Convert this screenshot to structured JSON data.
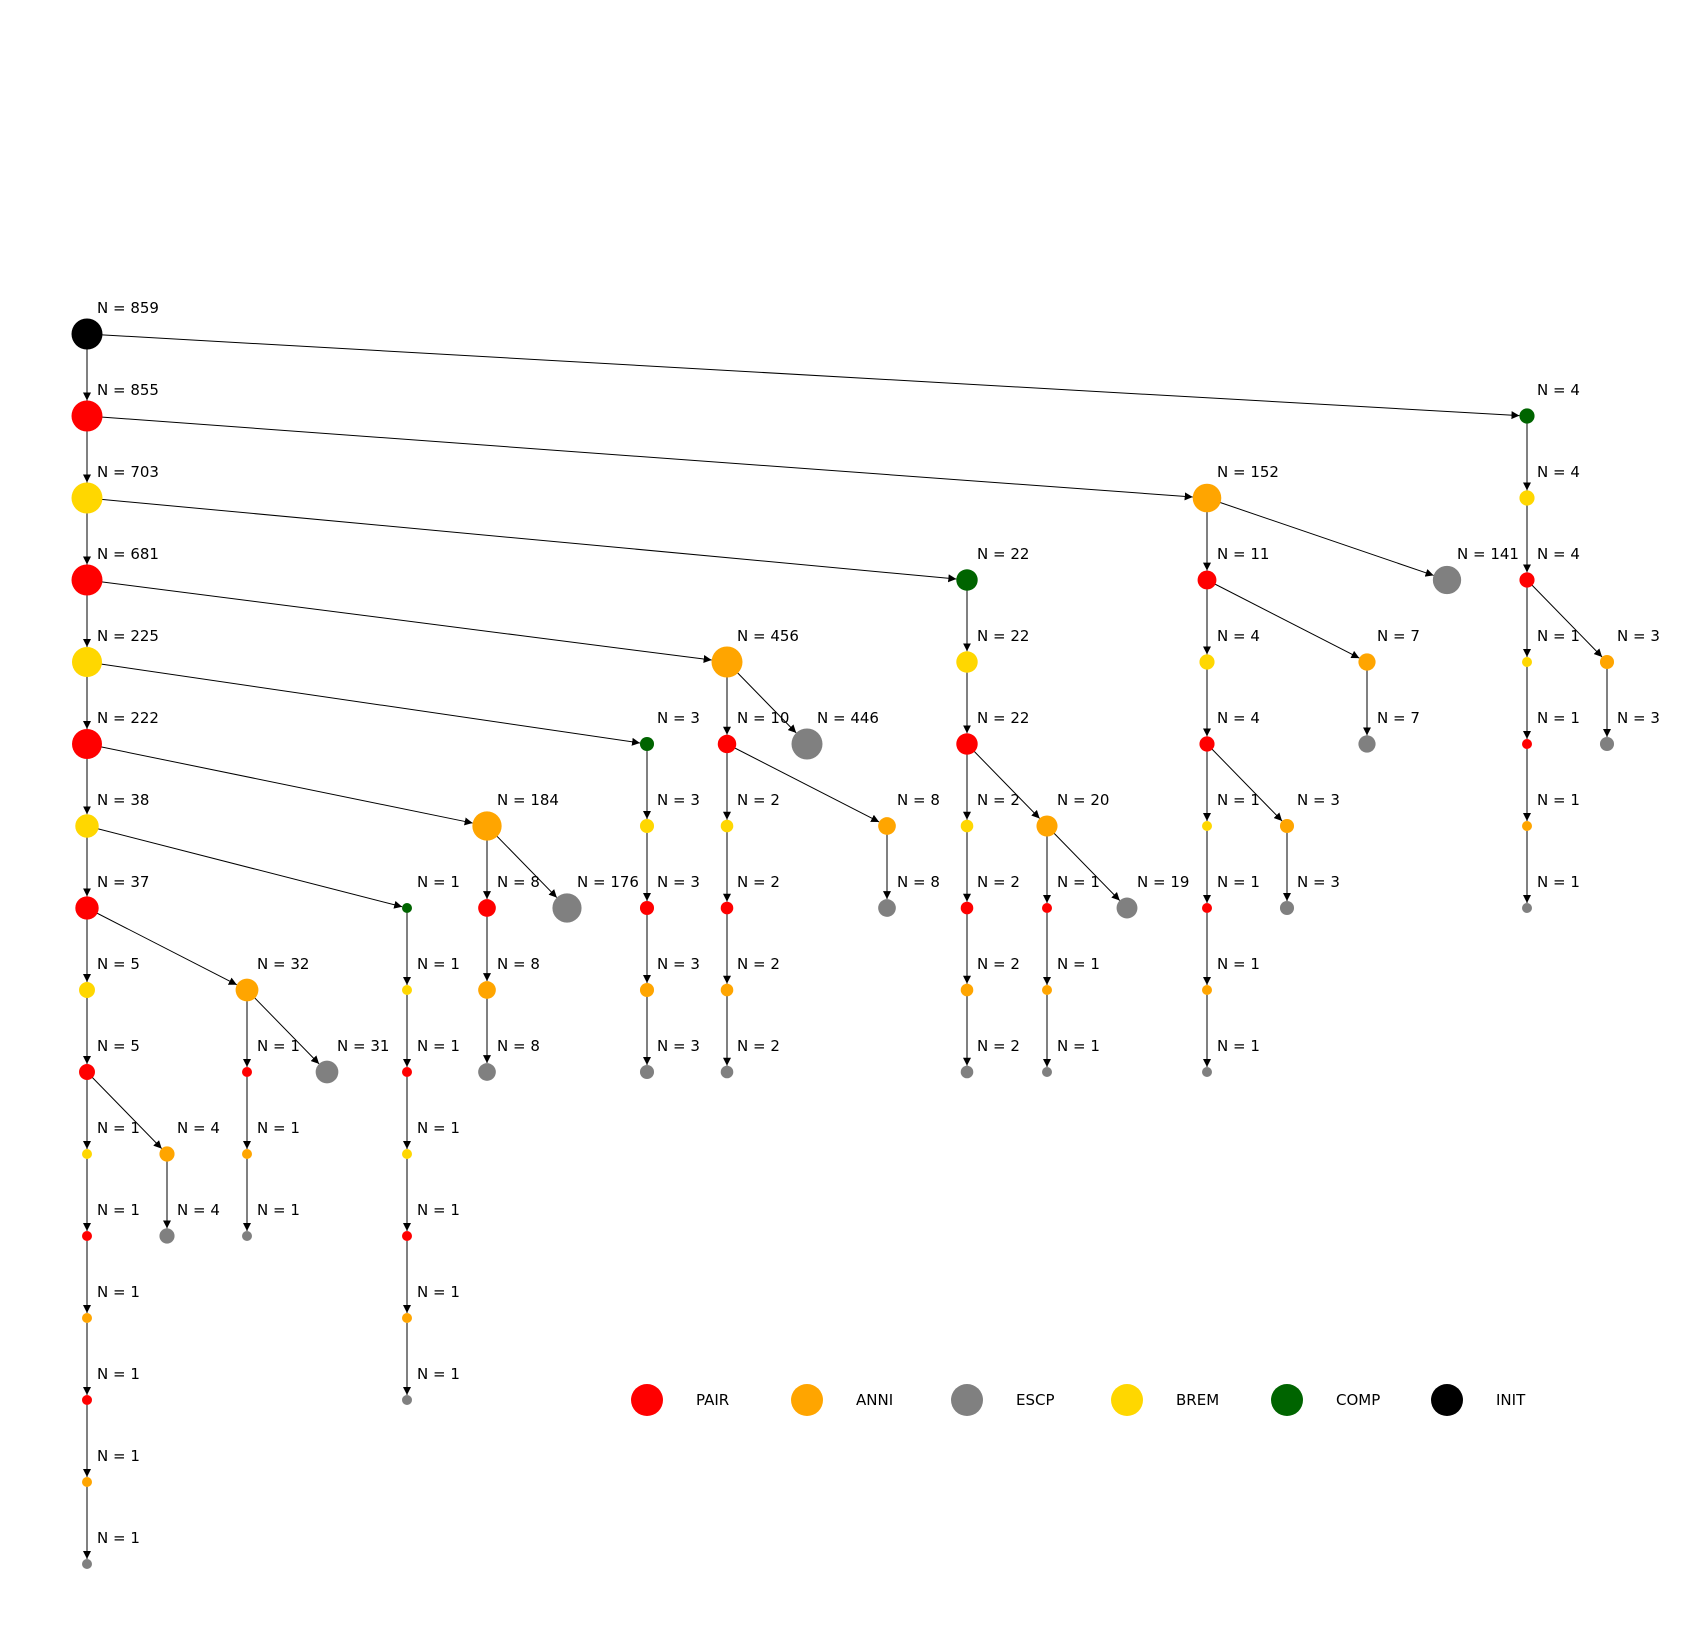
{
  "legend": [
    {
      "type": "PAIR",
      "color": "#ff0000"
    },
    {
      "type": "ANNI",
      "color": "#ffa500"
    },
    {
      "type": "ESCP",
      "color": "#808080"
    },
    {
      "type": "BREM",
      "color": "#ffd700"
    },
    {
      "type": "COMP",
      "color": "#006400"
    },
    {
      "type": "INIT",
      "color": "#000000"
    }
  ],
  "nodes": [
    {
      "id": "a0",
      "type": "INIT",
      "label": "N = 859"
    },
    {
      "id": "a1",
      "type": "PAIR",
      "label": "N = 855"
    },
    {
      "id": "a2",
      "type": "BREM",
      "label": "N = 703"
    },
    {
      "id": "a3",
      "type": "PAIR",
      "label": "N = 681"
    },
    {
      "id": "a4",
      "type": "BREM",
      "label": "N = 225"
    },
    {
      "id": "a5",
      "type": "PAIR",
      "label": "N = 222"
    },
    {
      "id": "a6",
      "type": "BREM",
      "label": "N = 38"
    },
    {
      "id": "a7",
      "type": "PAIR",
      "label": "N = 37"
    },
    {
      "id": "a8",
      "type": "BREM",
      "label": "N = 5"
    },
    {
      "id": "a9",
      "type": "PAIR",
      "label": "N = 5"
    },
    {
      "id": "a10",
      "type": "BREM",
      "label": "N = 1"
    },
    {
      "id": "a11",
      "type": "PAIR",
      "label": "N = 1"
    },
    {
      "id": "a12",
      "type": "ANNI",
      "label": "N = 1"
    },
    {
      "id": "a13",
      "type": "PAIR",
      "label": "N = 1"
    },
    {
      "id": "a14",
      "type": "ANNI",
      "label": "N = 1"
    },
    {
      "id": "a15",
      "type": "ESCP",
      "label": "N = 1"
    },
    {
      "id": "b1",
      "type": "ANNI",
      "label": "N = 4"
    },
    {
      "id": "b2",
      "type": "ESCP",
      "label": "N = 4"
    },
    {
      "id": "c0",
      "type": "ANNI",
      "label": "N = 32"
    },
    {
      "id": "c1",
      "type": "PAIR",
      "label": "N = 1"
    },
    {
      "id": "c2",
      "type": "ANNI",
      "label": "N = 1"
    },
    {
      "id": "c3",
      "type": "ESCP",
      "label": "N = 1"
    },
    {
      "id": "c4",
      "type": "ESCP",
      "label": "N = 31"
    },
    {
      "id": "d0",
      "type": "COMP",
      "label": "N = 1"
    },
    {
      "id": "d1",
      "type": "BREM",
      "label": "N = 1"
    },
    {
      "id": "d2",
      "type": "PAIR",
      "label": "N = 1"
    },
    {
      "id": "d3",
      "type": "BREM",
      "label": "N = 1"
    },
    {
      "id": "d4",
      "type": "PAIR",
      "label": "N = 1"
    },
    {
      "id": "d5",
      "type": "ANNI",
      "label": "N = 1"
    },
    {
      "id": "d6",
      "type": "ESCP",
      "label": "N = 1"
    },
    {
      "id": "e0",
      "type": "ANNI",
      "label": "N = 184"
    },
    {
      "id": "e1",
      "type": "PAIR",
      "label": "N = 8"
    },
    {
      "id": "e2",
      "type": "ANNI",
      "label": "N = 8"
    },
    {
      "id": "e3",
      "type": "ESCP",
      "label": "N = 8"
    },
    {
      "id": "e4",
      "type": "ESCP",
      "label": "N = 176"
    },
    {
      "id": "f0",
      "type": "COMP",
      "label": "N = 3"
    },
    {
      "id": "f1",
      "type": "BREM",
      "label": "N = 3"
    },
    {
      "id": "f2",
      "type": "PAIR",
      "label": "N = 3"
    },
    {
      "id": "f3",
      "type": "ANNI",
      "label": "N = 3"
    },
    {
      "id": "f4",
      "type": "ESCP",
      "label": "N = 3"
    },
    {
      "id": "g0",
      "type": "ANNI",
      "label": "N = 456"
    },
    {
      "id": "g1",
      "type": "PAIR",
      "label": "N = 10"
    },
    {
      "id": "g2",
      "type": "BREM",
      "label": "N = 2"
    },
    {
      "id": "g3",
      "type": "PAIR",
      "label": "N = 2"
    },
    {
      "id": "g4",
      "type": "ANNI",
      "label": "N = 2"
    },
    {
      "id": "g5",
      "type": "ESCP",
      "label": "N = 2"
    },
    {
      "id": "g6",
      "type": "ANNI",
      "label": "N = 8"
    },
    {
      "id": "g7",
      "type": "ESCP",
      "label": "N = 8"
    },
    {
      "id": "h0",
      "type": "ESCP",
      "label": "N = 446"
    },
    {
      "id": "i0",
      "type": "COMP",
      "label": "N = 22"
    },
    {
      "id": "i1",
      "type": "BREM",
      "label": "N = 22"
    },
    {
      "id": "i2",
      "type": "PAIR",
      "label": "N = 22"
    },
    {
      "id": "i3",
      "type": "BREM",
      "label": "N = 2"
    },
    {
      "id": "i4",
      "type": "PAIR",
      "label": "N = 2"
    },
    {
      "id": "i5",
      "type": "ANNI",
      "label": "N = 2"
    },
    {
      "id": "i6",
      "type": "ESCP",
      "label": "N = 2"
    },
    {
      "id": "j0",
      "type": "ANNI",
      "label": "N = 20"
    },
    {
      "id": "j1",
      "type": "PAIR",
      "label": "N = 1"
    },
    {
      "id": "j2",
      "type": "ANNI",
      "label": "N = 1"
    },
    {
      "id": "j3",
      "type": "ESCP",
      "label": "N = 1"
    },
    {
      "id": "j4",
      "type": "ESCP",
      "label": "N = 19"
    },
    {
      "id": "k0",
      "type": "ANNI",
      "label": "N = 152"
    },
    {
      "id": "k1",
      "type": "PAIR",
      "label": "N = 11"
    },
    {
      "id": "k2",
      "type": "BREM",
      "label": "N = 4"
    },
    {
      "id": "k3",
      "type": "PAIR",
      "label": "N = 4"
    },
    {
      "id": "k4",
      "type": "BREM",
      "label": "N = 1"
    },
    {
      "id": "k5",
      "type": "PAIR",
      "label": "N = 1"
    },
    {
      "id": "k6",
      "type": "ANNI",
      "label": "N = 1"
    },
    {
      "id": "k7",
      "type": "ESCP",
      "label": "N = 1"
    },
    {
      "id": "k8",
      "type": "ANNI",
      "label": "N = 3"
    },
    {
      "id": "k9",
      "type": "ESCP",
      "label": "N = 3"
    },
    {
      "id": "l0",
      "type": "ANNI",
      "label": "N = 7"
    },
    {
      "id": "l1",
      "type": "ESCP",
      "label": "N = 7"
    },
    {
      "id": "m0",
      "type": "ESCP",
      "label": "N = 141"
    },
    {
      "id": "n0",
      "type": "COMP",
      "label": "N = 4"
    },
    {
      "id": "n1",
      "type": "BREM",
      "label": "N = 4"
    },
    {
      "id": "n2",
      "type": "PAIR",
      "label": "N = 4"
    },
    {
      "id": "n3",
      "type": "BREM",
      "label": "N = 1"
    },
    {
      "id": "n4",
      "type": "PAIR",
      "label": "N = 1"
    },
    {
      "id": "n5",
      "type": "ANNI",
      "label": "N = 1"
    },
    {
      "id": "n6",
      "type": "ESCP",
      "label": "N = 1"
    },
    {
      "id": "o0",
      "type": "ANNI",
      "label": "N = 3"
    },
    {
      "id": "o1",
      "type": "ESCP",
      "label": "N = 3"
    }
  ],
  "edges": [
    [
      "a0",
      "a1"
    ],
    [
      "a1",
      "a2"
    ],
    [
      "a2",
      "a3"
    ],
    [
      "a3",
      "a4"
    ],
    [
      "a4",
      "a5"
    ],
    [
      "a5",
      "a6"
    ],
    [
      "a6",
      "a7"
    ],
    [
      "a7",
      "a8"
    ],
    [
      "a8",
      "a9"
    ],
    [
      "a9",
      "a10"
    ],
    [
      "a10",
      "a11"
    ],
    [
      "a11",
      "a12"
    ],
    [
      "a12",
      "a13"
    ],
    [
      "a13",
      "a14"
    ],
    [
      "a14",
      "a15"
    ],
    [
      "a9",
      "b1"
    ],
    [
      "b1",
      "b2"
    ],
    [
      "a7",
      "c0"
    ],
    [
      "c0",
      "c1"
    ],
    [
      "c1",
      "c2"
    ],
    [
      "c2",
      "c3"
    ],
    [
      "c0",
      "c4"
    ],
    [
      "a6",
      "d0"
    ],
    [
      "d0",
      "d1"
    ],
    [
      "d1",
      "d2"
    ],
    [
      "d2",
      "d3"
    ],
    [
      "d3",
      "d4"
    ],
    [
      "d4",
      "d5"
    ],
    [
      "d5",
      "d6"
    ],
    [
      "a5",
      "e0"
    ],
    [
      "e0",
      "e1"
    ],
    [
      "e1",
      "e2"
    ],
    [
      "e2",
      "e3"
    ],
    [
      "e0",
      "e4"
    ],
    [
      "a4",
      "f0"
    ],
    [
      "f0",
      "f1"
    ],
    [
      "f1",
      "f2"
    ],
    [
      "f2",
      "f3"
    ],
    [
      "f3",
      "f4"
    ],
    [
      "a3",
      "g0"
    ],
    [
      "g0",
      "g1"
    ],
    [
      "g1",
      "g2"
    ],
    [
      "g2",
      "g3"
    ],
    [
      "g3",
      "g4"
    ],
    [
      "g4",
      "g5"
    ],
    [
      "g1",
      "g6"
    ],
    [
      "g6",
      "g7"
    ],
    [
      "g0",
      "h0"
    ],
    [
      "a2",
      "i0"
    ],
    [
      "i0",
      "i1"
    ],
    [
      "i1",
      "i2"
    ],
    [
      "i2",
      "i3"
    ],
    [
      "i3",
      "i4"
    ],
    [
      "i4",
      "i5"
    ],
    [
      "i5",
      "i6"
    ],
    [
      "i2",
      "j0"
    ],
    [
      "j0",
      "j1"
    ],
    [
      "j1",
      "j2"
    ],
    [
      "j2",
      "j3"
    ],
    [
      "j0",
      "j4"
    ],
    [
      "a1",
      "k0"
    ],
    [
      "k0",
      "k1"
    ],
    [
      "k1",
      "k2"
    ],
    [
      "k2",
      "k3"
    ],
    [
      "k3",
      "k4"
    ],
    [
      "k4",
      "k5"
    ],
    [
      "k5",
      "k6"
    ],
    [
      "k6",
      "k7"
    ],
    [
      "k3",
      "k8"
    ],
    [
      "k8",
      "k9"
    ],
    [
      "k1",
      "l0"
    ],
    [
      "l0",
      "l1"
    ],
    [
      "k0",
      "m0"
    ],
    [
      "a0",
      "n0"
    ],
    [
      "n0",
      "n1"
    ],
    [
      "n1",
      "n2"
    ],
    [
      "n2",
      "n3"
    ],
    [
      "n3",
      "n4"
    ],
    [
      "n4",
      "n5"
    ],
    [
      "n5",
      "n6"
    ],
    [
      "n2",
      "o0"
    ],
    [
      "o0",
      "o1"
    ]
  ]
}
